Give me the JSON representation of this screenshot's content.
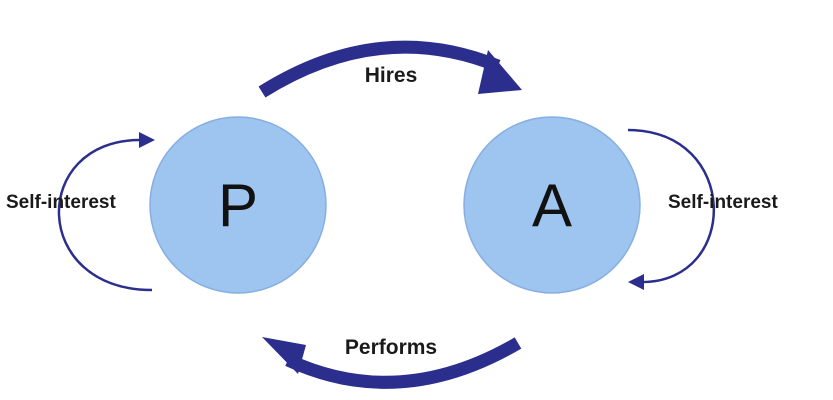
{
  "nodes": {
    "principal": {
      "letter": "P"
    },
    "agent": {
      "letter": "A"
    }
  },
  "edges": {
    "top": {
      "label": "Hires"
    },
    "bottom": {
      "label": "Performs"
    }
  },
  "self_loops": {
    "left": {
      "label": "Self-interest"
    },
    "right": {
      "label": "Self-interest"
    }
  },
  "colors": {
    "node_fill": "#9ec4f0",
    "arrow": "#2b2e8c",
    "text": "#1a1a1a"
  }
}
